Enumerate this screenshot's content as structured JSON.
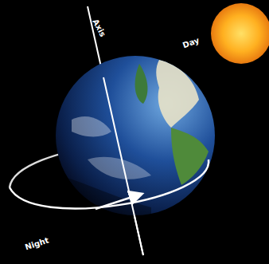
{
  "diagram": {
    "labels": [
      "Axis",
      "Day",
      "Night"
    ]
  }
}
